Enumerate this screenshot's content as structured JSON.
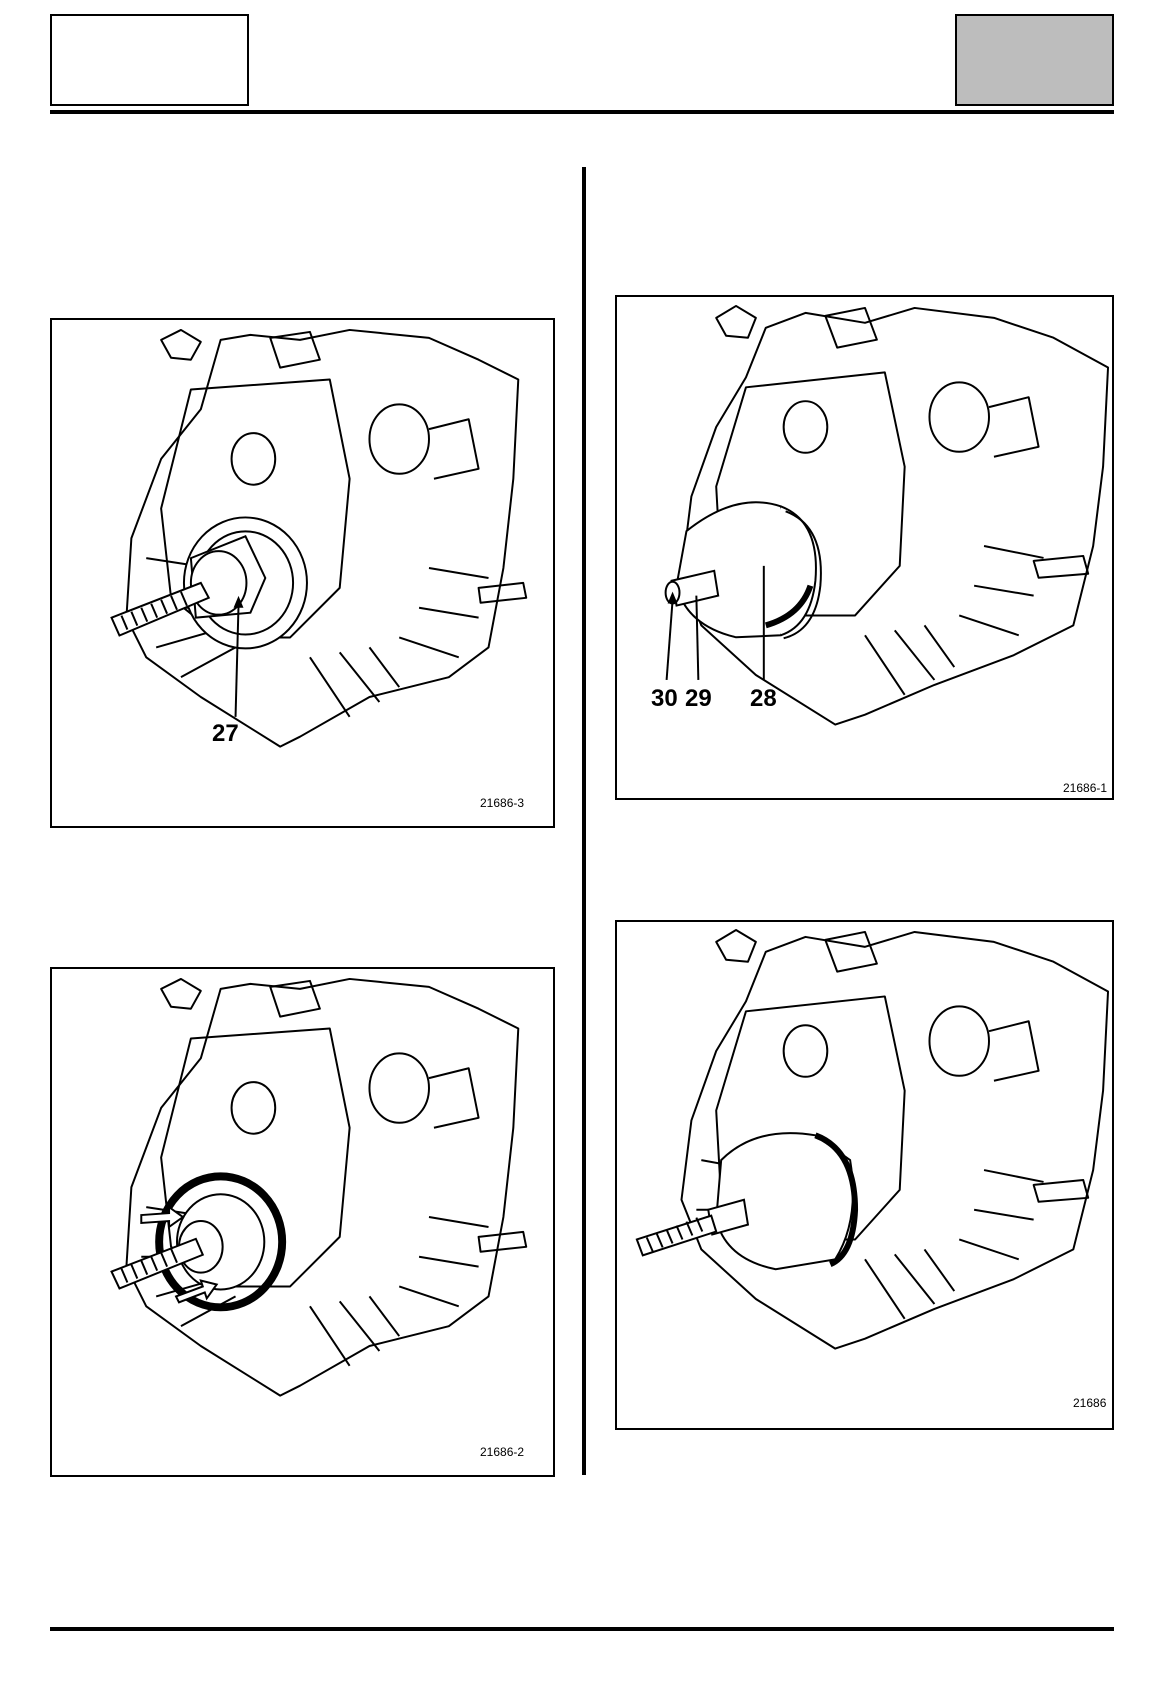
{
  "figures": {
    "fig_top_left": {
      "ref": "21686-3",
      "callouts": [
        "27"
      ]
    },
    "fig_top_right": {
      "ref": "21686-1",
      "callouts": [
        "30",
        "29",
        "28"
      ]
    },
    "fig_bottom_left": {
      "ref": "21686-2",
      "callouts": []
    },
    "fig_bottom_right": {
      "ref": "21686",
      "callouts": []
    }
  }
}
